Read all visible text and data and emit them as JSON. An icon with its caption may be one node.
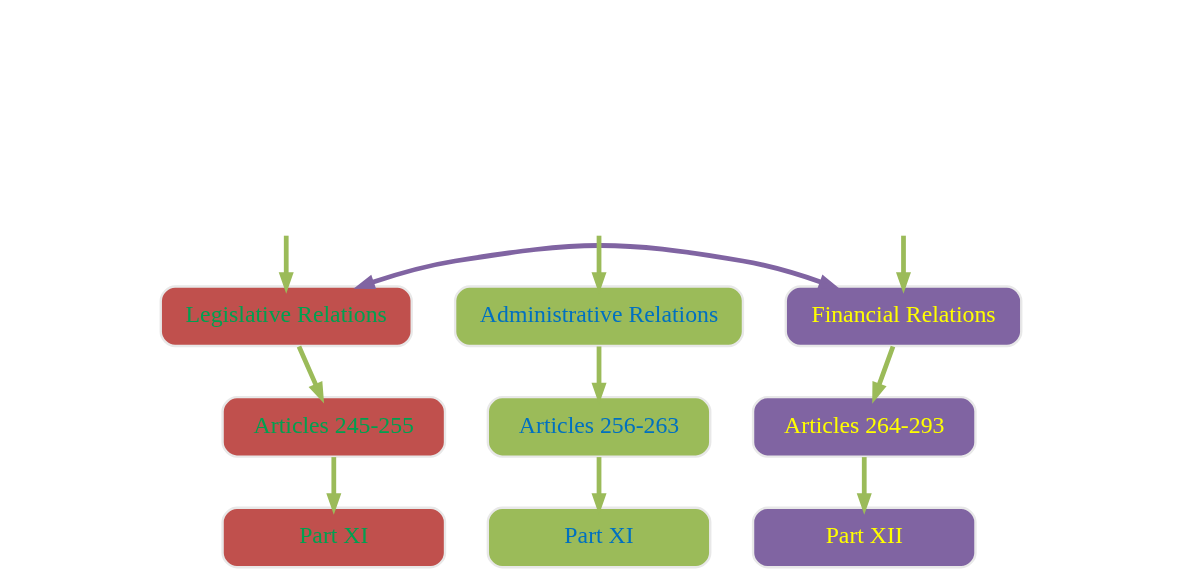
{
  "diagram": {
    "nodes": [
      {
        "text": [
          "Legislative Relations"
        ]
      },
      {
        "text": [
          "Administrative Relations"
        ]
      },
      {
        "text": [
          "Financial Relations"
        ]
      },
      {
        "text": [
          "Articles 245-255"
        ]
      },
      {
        "text": [
          "Articles 256-263"
        ]
      },
      {
        "text": [
          "Articles 264-293"
        ]
      },
      {
        "text": [
          "Part XI"
        ]
      },
      {
        "text": [
          "Part XI"
        ]
      },
      {
        "text": [
          "Part XII"
        ]
      }
    ],
    "edges": [
      {
        "from": 0,
        "to": 2,
        "arrow": "both",
        "color": "#8064a2"
      },
      {
        "from": null,
        "to": 0,
        "arrow": "to"
      },
      {
        "from": null,
        "to": 1,
        "arrow": "to"
      },
      {
        "from": null,
        "to": 2,
        "arrow": "to"
      },
      {
        "from": 0,
        "to": 3,
        "arrow": "to"
      },
      {
        "from": 1,
        "to": 4,
        "arrow": "to"
      },
      {
        "from": 2,
        "to": 5,
        "arrow": "to"
      },
      {
        "from": 3,
        "to": 6,
        "arrow": "to"
      },
      {
        "from": 4,
        "to": 7,
        "arrow": "to"
      },
      {
        "from": 5,
        "to": 8,
        "arrow": "to"
      }
    ]
  }
}
